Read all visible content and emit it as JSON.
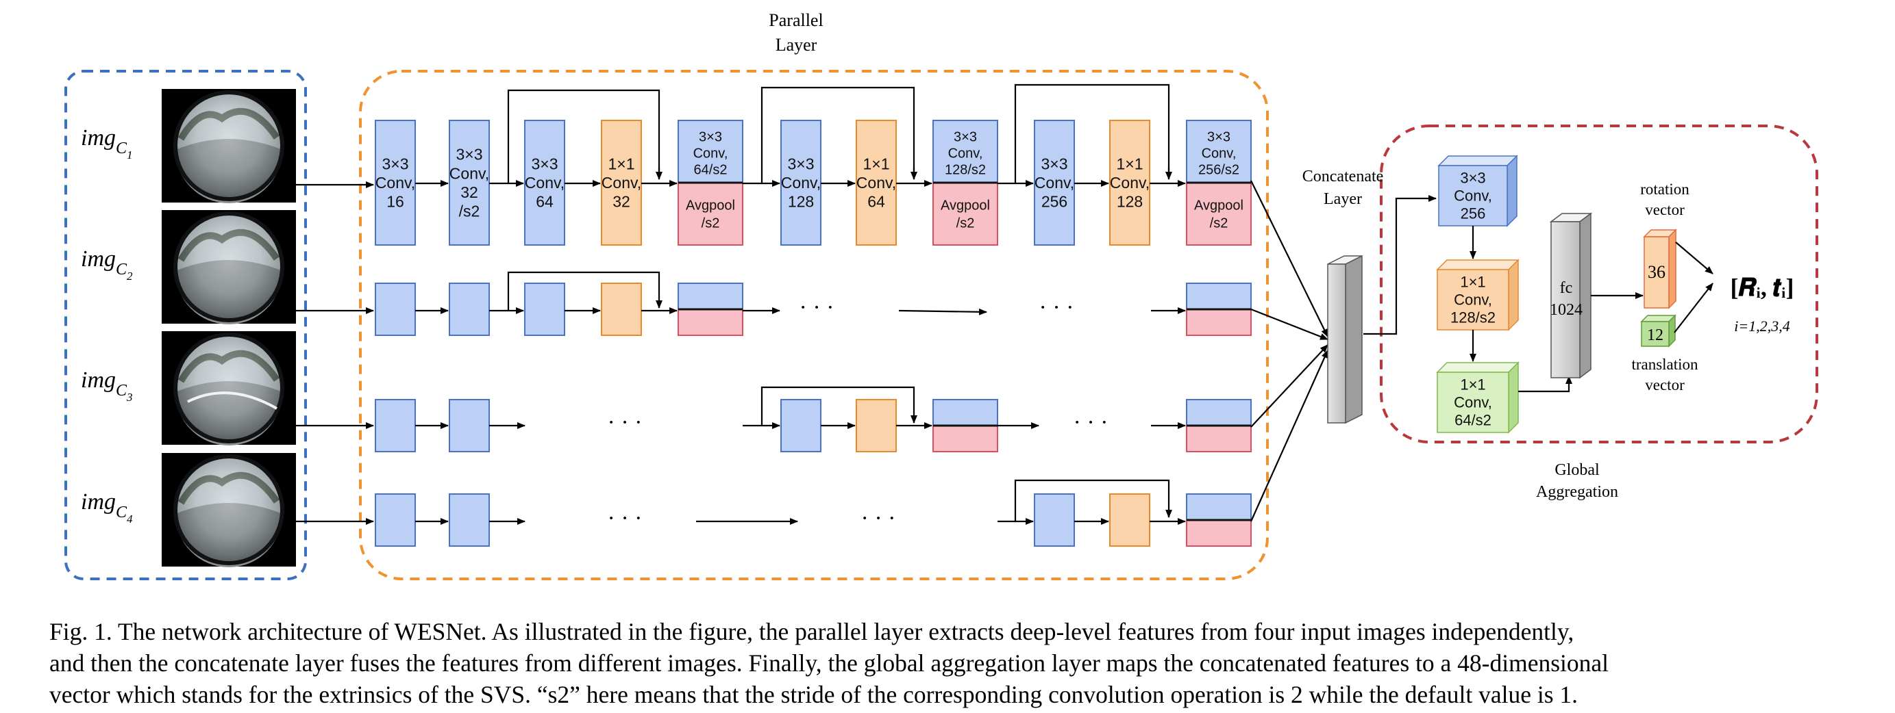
{
  "inputs": [
    {
      "base": "img",
      "sub": "C",
      "idx": "1"
    },
    {
      "base": "img",
      "sub": "C",
      "idx": "2"
    },
    {
      "base": "img",
      "sub": "C",
      "idx": "3"
    },
    {
      "base": "img",
      "sub": "C",
      "idx": "4"
    }
  ],
  "parallel_title": [
    "Parallel",
    "Layer"
  ],
  "concat_title": [
    "Concatenate",
    "Layer"
  ],
  "global_title": [
    "Global",
    "Aggregation"
  ],
  "row1_blocks": [
    [
      "3×3",
      "Conv,",
      "16"
    ],
    [
      "3×3",
      "Conv,",
      "32",
      "/s2"
    ],
    [
      "3×3",
      "Conv,",
      "64"
    ],
    [
      "1×1",
      "Conv,",
      "32"
    ],
    [
      "3×3",
      "Conv,",
      "128"
    ],
    [
      "1×1",
      "Conv,",
      "64"
    ],
    [
      "3×3",
      "Conv,",
      "256"
    ],
    [
      "1×1",
      "Conv,",
      "128"
    ]
  ],
  "row1_dual": [
    {
      "top": [
        "3×3",
        "Conv,",
        "64/s2"
      ],
      "bottom": [
        "Avgpool",
        "/s2"
      ]
    },
    {
      "top": [
        "3×3",
        "Conv,",
        "128/s2"
      ],
      "bottom": [
        "Avgpool",
        "/s2"
      ]
    },
    {
      "top": [
        "3×3",
        "Conv,",
        "256/s2"
      ],
      "bottom": [
        "Avgpool",
        "/s2"
      ]
    }
  ],
  "ellipsis": "· · ·",
  "global_blocks": {
    "conv1": [
      "3×3",
      "Conv,",
      "256"
    ],
    "conv2": [
      "1×1",
      "Conv,",
      "128/s2"
    ],
    "conv3": [
      "1×1",
      "Conv,",
      "64/s2"
    ],
    "fc": [
      "fc",
      "1024"
    ],
    "rot_dim": "36",
    "trans_dim": "12"
  },
  "rotation_label": [
    "rotation",
    "vector"
  ],
  "translation_label": [
    "translation",
    "vector"
  ],
  "output_label": "[𝑹ᵢ, 𝒕ᵢ]",
  "output_index": "i=1,2,3,4",
  "caption_lines": [
    "Fig. 1.  The network architecture of WESNet. As illustrated in the figure, the parallel layer extracts deep-level features from four input images independently,",
    "and then the concatenate layer fuses the features from different images. Finally, the global aggregation layer maps the concatenated features to a 48-dimensional",
    "vector which stands for the extrinsics of the SVS. “s2” here means that the stride of the corresponding convolution operation is 2 while the default value is 1."
  ],
  "colors": {
    "blue_fill": "#bcd0f5",
    "blue_stroke": "#4a72c4",
    "orange_fill": "#fcd4ab",
    "orange_stroke": "#e8892c",
    "pink_fill": "#f8c0c6",
    "pink_stroke": "#d95060",
    "green_fill": "#d9f0c2",
    "green_stroke": "#7cbb4a",
    "dash_blue": "#3c6fc0",
    "dash_orange": "#f0922f",
    "dash_red": "#b8383c"
  }
}
